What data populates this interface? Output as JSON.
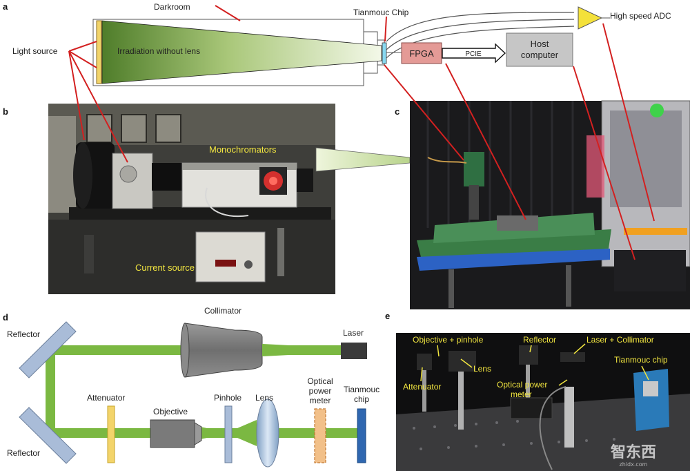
{
  "colors": {
    "beam_green": "#7bb842",
    "red_line": "#d32020",
    "fpga_fill": "#e49a96",
    "box_gray": "#c6c6c6",
    "adc_yellow": "#f4e13a",
    "photo_label_yellow": "#f2e640"
  },
  "panel_a": {
    "letter": "a",
    "darkroom": "Darkroom",
    "tianmouc_chip": "Tianmouc Chip",
    "high_speed_adc": "High speed ADC",
    "light_source": "Light source",
    "irradiation": "Irradiation without lens",
    "fpga": "FPGA",
    "pcie": "PCIE",
    "host_line1": "Host",
    "host_line2": "computer"
  },
  "panel_b": {
    "letter": "b",
    "monochromators": "Monochromators",
    "current_source": "Current source"
  },
  "panel_c": {
    "letter": "c"
  },
  "panel_d": {
    "letter": "d",
    "reflector_top": "Reflector",
    "reflector_bottom": "Reflector",
    "collimator": "Collimator",
    "laser": "Laser",
    "attenuator": "Attenuator",
    "objective": "Objective",
    "pinhole": "Pinhole",
    "lens": "Lens",
    "optical_power_meter_1": "Optical",
    "optical_power_meter_2": "power",
    "optical_power_meter_3": "meter",
    "tianmouc_1": "Tianmouc",
    "tianmouc_2": "chip"
  },
  "panel_e": {
    "letter": "e",
    "objective_pinhole": "Objective + pinhole",
    "reflector": "Reflector",
    "laser_collimator": "Laser + Collimator",
    "lens": "Lens",
    "attenuator": "Attenuator",
    "optical_power_meter_1": "Optical power",
    "optical_power_meter_2": "meter",
    "tianmouc_chip": "Tianmouc chip",
    "watermark": "智东西",
    "watermark_sub": "zhidx.com"
  }
}
